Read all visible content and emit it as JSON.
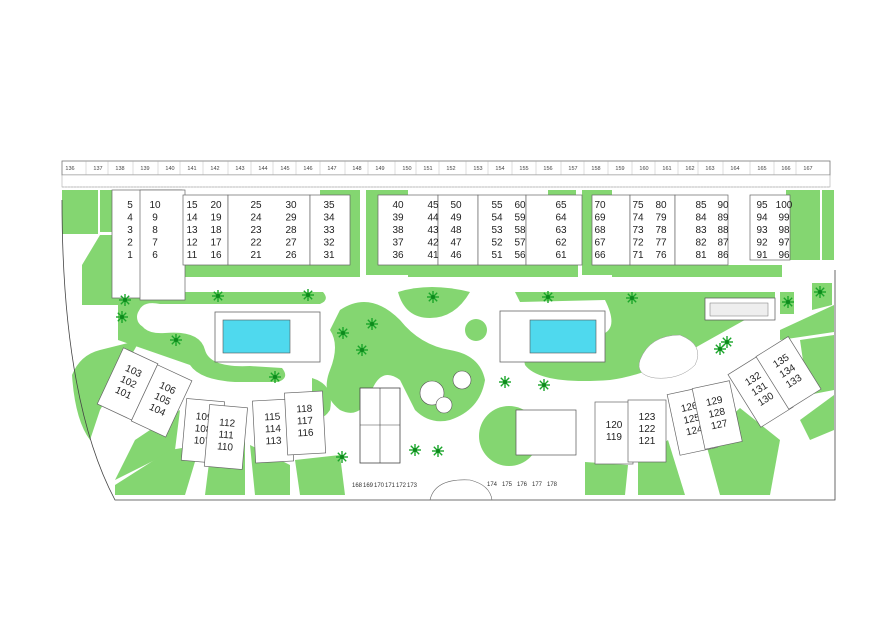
{
  "colors": {
    "lawn": "#84d671",
    "pool": "#4fd9ee",
    "building": "#ffffff",
    "outline": "#555555"
  },
  "parking_numbers": [
    "136",
    "137",
    "138",
    "139",
    "140",
    "141",
    "142",
    "143",
    "144",
    "145",
    "146",
    "147",
    "148",
    "149",
    "150",
    "151",
    "152",
    "153",
    "154",
    "155",
    "156",
    "157",
    "158",
    "159",
    "160",
    "161",
    "162",
    "163",
    "164",
    "165",
    "166",
    "167"
  ],
  "top_units": [
    [
      "5",
      "4",
      "3",
      "2",
      "1"
    ],
    [
      "10",
      "9",
      "8",
      "7",
      "6"
    ],
    [
      "15",
      "14",
      "13",
      "12",
      "11"
    ],
    [
      "20",
      "19",
      "18",
      "17",
      "16"
    ],
    [
      "25",
      "24",
      "23",
      "22",
      "21"
    ],
    [
      "30",
      "29",
      "28",
      "27",
      "26"
    ],
    [
      "35",
      "34",
      "33",
      "32",
      "31"
    ],
    [
      "40",
      "39",
      "38",
      "37",
      "36"
    ],
    [
      "45",
      "44",
      "43",
      "42",
      "41"
    ],
    [
      "50",
      "49",
      "48",
      "47",
      "46"
    ],
    [
      "55",
      "54",
      "53",
      "52",
      "51"
    ],
    [
      "60",
      "59",
      "58",
      "57",
      "56"
    ],
    [
      "65",
      "64",
      "63",
      "62",
      "61"
    ],
    [
      "70",
      "69",
      "68",
      "67",
      "66"
    ],
    [
      "75",
      "74",
      "73",
      "72",
      "71"
    ],
    [
      "80",
      "79",
      "78",
      "77",
      "76"
    ],
    [
      "85",
      "84",
      "83",
      "82",
      "81"
    ],
    [
      "90",
      "89",
      "88",
      "87",
      "86"
    ],
    [
      "95",
      "94",
      "93",
      "92",
      "91"
    ],
    [
      "100",
      "99",
      "98",
      "97",
      "96"
    ]
  ],
  "bottom_units": [
    [
      "103",
      "102",
      "101"
    ],
    [
      "106",
      "105",
      "104"
    ],
    [
      "109",
      "108",
      "107"
    ],
    [
      "112",
      "111",
      "110"
    ],
    [
      "115",
      "114",
      "113"
    ],
    [
      "118",
      "117",
      "116"
    ],
    [
      "120",
      "119"
    ],
    [
      "123",
      "122",
      "121"
    ],
    [
      "126",
      "125",
      "124"
    ],
    [
      "129",
      "128",
      "127"
    ],
    [
      "132",
      "131",
      "130"
    ],
    [
      "135",
      "134",
      "133"
    ]
  ],
  "storage_left": [
    "168",
    "169",
    "170",
    "171",
    "172",
    "173"
  ],
  "storage_right": [
    "174",
    "175",
    "176",
    "177",
    "178"
  ]
}
